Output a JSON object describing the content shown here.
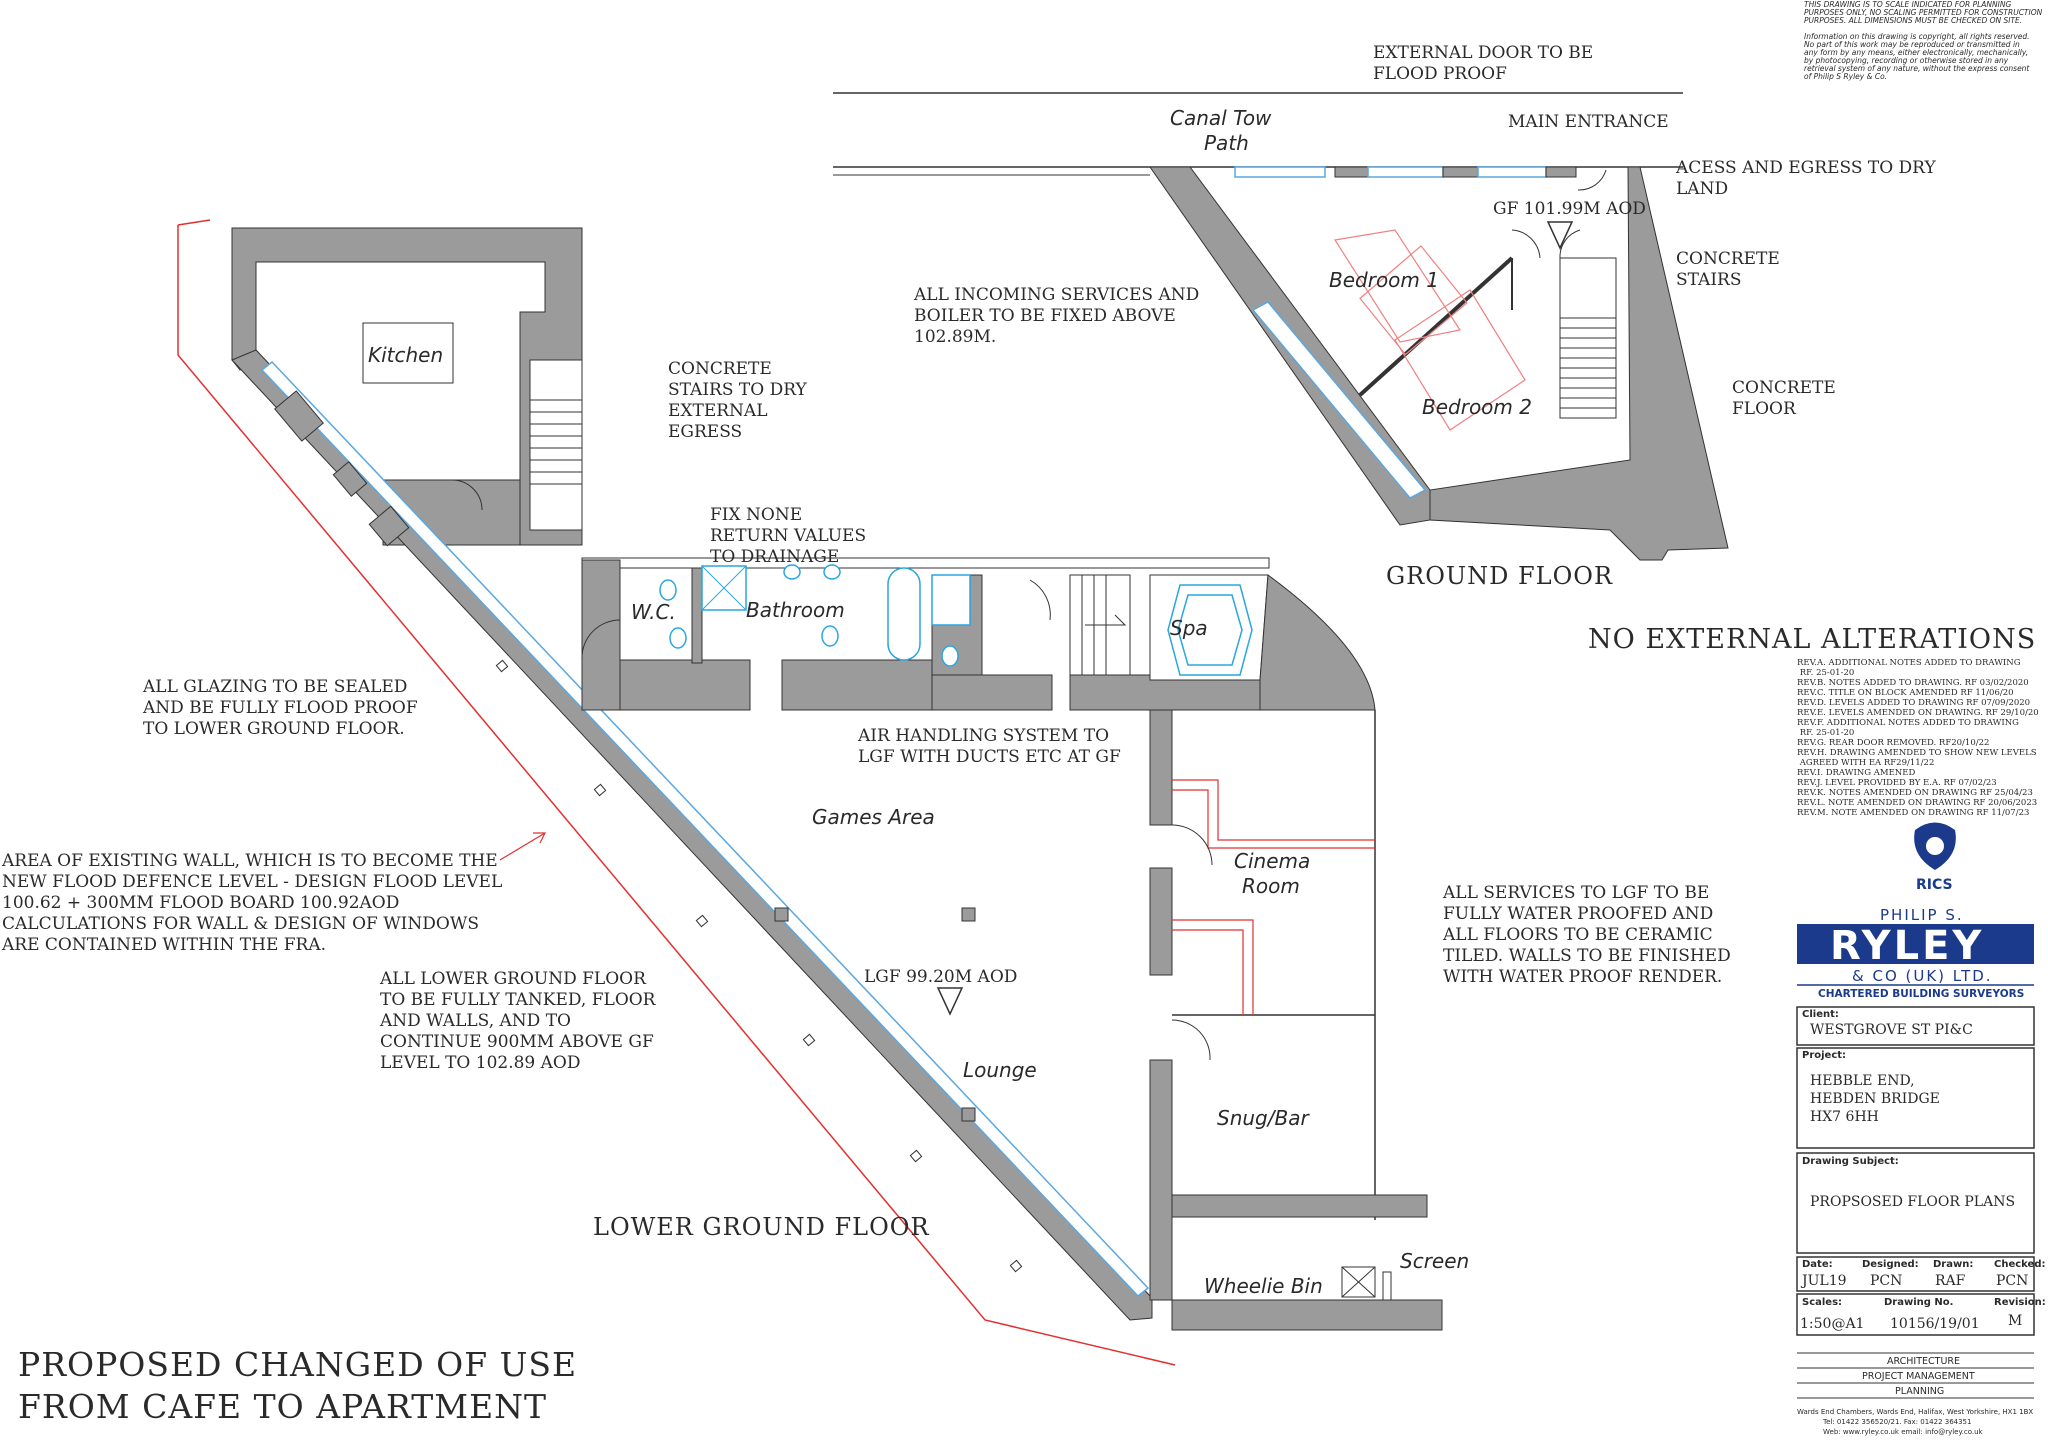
{
  "notes": {
    "external_door": [
      "EXTERNAL DOOR TO BE",
      "FLOOD PROOF"
    ],
    "canal_tow_path": [
      "Canal Tow",
      "Path"
    ],
    "main_entrance": "MAIN ENTRANCE",
    "aces_egress": [
      "ACESS AND EGRESS TO DRY",
      "LAND"
    ],
    "gf_level": "GF 101.99M AOD",
    "concrete_stairs_right": [
      "CONCRETE",
      "STAIRS"
    ],
    "concrete_floor": [
      "CONCRETE",
      "FLOOR"
    ],
    "services_boiler": [
      "ALL INCOMING SERVICES AND",
      "BOILER TO BE FIXED ABOVE",
      "102.89M."
    ],
    "concrete_stairs_left": [
      "CONCRETE",
      "STAIRS TO DRY",
      "EXTERNAL",
      "EGRESS"
    ],
    "fix_none_return": [
      "FIX NONE",
      "RETURN VALUES",
      "TO DRAINAGE"
    ],
    "glazing_sealed": [
      "ALL GLAZING TO BE SEALED",
      "AND BE FULLY FLOOD PROOF",
      "TO LOWER GROUND FLOOR."
    ],
    "air_handling": [
      "AIR HANDLING SYSTEM TO",
      "LGF WITH DUCTS ETC AT GF"
    ],
    "existing_wall": [
      "AREA OF EXISTING WALL, WHICH IS TO BECOME THE",
      "NEW FLOOD DEFENCE LEVEL - DESIGN FLOOD LEVEL",
      "100.62 + 300MM FLOOD BOARD 100.92AOD",
      "CALCULATIONS FOR WALL & DESIGN OF WINDOWS",
      "ARE CONTAINED WITHIN THE FRA."
    ],
    "tanked": [
      "ALL LOWER GROUND FLOOR",
      "TO BE  FULLY TANKED, FLOOR",
      "AND WALLS, AND TO",
      "CONTINUE 900MM ABOVE GF",
      "LEVEL TO 102.89 AOD"
    ],
    "lgf_level": "LGF 99.20M AOD",
    "services_lgf": [
      "ALL SERVICES TO LGF TO BE",
      "FULLY WATER PROOFED AND",
      "ALL FLOORS TO BE CERAMIC",
      "TILED. WALLS TO BE FINISHED",
      "WITH WATER PROOF RENDER."
    ],
    "no_external": "NO EXTERNAL ALTERATIONS"
  },
  "headings": {
    "ground_floor": "GROUND FLOOR",
    "lower_ground_floor": "LOWER GROUND FLOOR",
    "proposed": [
      "PROPOSED CHANGED OF USE",
      "FROM CAFE TO APARTMENT"
    ]
  },
  "rooms": {
    "kitchen": "Kitchen",
    "bedroom1": "Bedroom  1",
    "bedroom2": "Bedroom  2",
    "wc": "W.C.",
    "bathroom": "Bathroom",
    "spa": "Spa",
    "games_area": "Games  Area",
    "cinema_room": [
      "Cinema",
      "Room"
    ],
    "lounge": "Lounge",
    "snug_bar": "Snug/Bar",
    "wheelie_bin": "Wheelie  Bin",
    "screen": "Screen"
  },
  "copyright": [
    "THIS DRAWING IS TO SCALE INDICATED FOR PLANNING",
    "PURPOSES ONLY, NO SCALING PERMITTED FOR CONSTRUCTION",
    "PURPOSES. ALL DIMENSIONS MUST BE CHECKED ON SITE.",
    "",
    "Information on this drawing is copyright, all rights reserved.",
    "No part of this work may be reproduced or transmitted in",
    "any form by any means, either electronically, mechanically,",
    "by photocopying, recording or otherwise stored in any",
    "retrieval system of any nature, without the express consent",
    "of Philip S Ryley & Co."
  ],
  "revisions": [
    "REV.A.    ADDITIONAL NOTES ADDED TO DRAWING",
    "              RF. 25-01-20",
    "REV.B.    NOTES ADDED TO DRAWING. RF 03/02/2020",
    "REV.C.    TITLE ON BLOCK AMENDED RF 11/06/20",
    "REV.D.    LEVELS ADDED TO DRAWING RF 07/09/2020",
    "REV.E.    LEVELS AMENDED ON DRAWING. RF 29/10/20",
    "REV.F.    ADDITIONAL NOTES ADDED TO DRAWING",
    "              RF. 25-01-20",
    "REV.G.    REAR DOOR REMOVED.  RF20/10/22",
    "REV.H.    DRAWING AMENDED TO SHOW NEW LEVELS",
    "          AGREED WITH EA  RF29/11/22",
    "REV.I. DRAWING AMENED",
    "REV.J. LEVEL PROVIDED BY E.A. RF 07/02/23",
    "REV.K.    NOTES AMENDED ON DRAWING RF 25/04/23",
    "REV.L. NOTE AMENDED ON DRAWING RF 20/06/2023",
    "REV.M.    NOTE AMENDED ON DRAWING RF 11/07/23"
  ],
  "title_block": {
    "rics": "RICS",
    "firm_top": "PHILIP  S.",
    "firm_name": "RYLEY",
    "firm_sub": "& CO  (UK)  LTD.",
    "firm_tag": "CHARTERED BUILDING SURVEYORS",
    "client_label": "Client:",
    "client": "WESTGROVE ST PI&C",
    "project_label": "Project:",
    "project": [
      "HEBBLE END,",
      "HEBDEN BRIDGE",
      "HX7 6HH"
    ],
    "subject_label": "Drawing Subject:",
    "subject": "PROPSOSED FLOOR PLANS",
    "date_label": "Date:",
    "date": "JUL19",
    "designed_label": "Designed:",
    "designed": "PCN",
    "drawn_label": "Drawn:",
    "drawn": "RAF",
    "checked_label": "Checked:",
    "checked": "PCN",
    "scales_label": "Scales:",
    "scale": "1:50@A1",
    "drawing_no_label": "Drawing No.",
    "drawing_no": "10156/19/01",
    "revision_label": "Revision:",
    "revision": "M",
    "services": [
      "ARCHITECTURE",
      "PROJECT  MANAGEMENT",
      "PLANNING"
    ],
    "address": [
      "Wards End Chambers, Wards End, Halifax, West Yorkshire, HX1 1BX",
      "Tel:  01422 356520/21.  Fax: 01422 364351",
      "Web:   www.ryley.co.uk          email:   info@ryley.co.uk"
    ]
  },
  "colors": {
    "wall": "#9b9b9b",
    "line": "#333333",
    "glazing": "#5aa8e0",
    "redline": "#e23030",
    "bedroom_outline": "#f08080",
    "spa": "#29a6e0",
    "ryley_blue": "#1b3a8c"
  }
}
